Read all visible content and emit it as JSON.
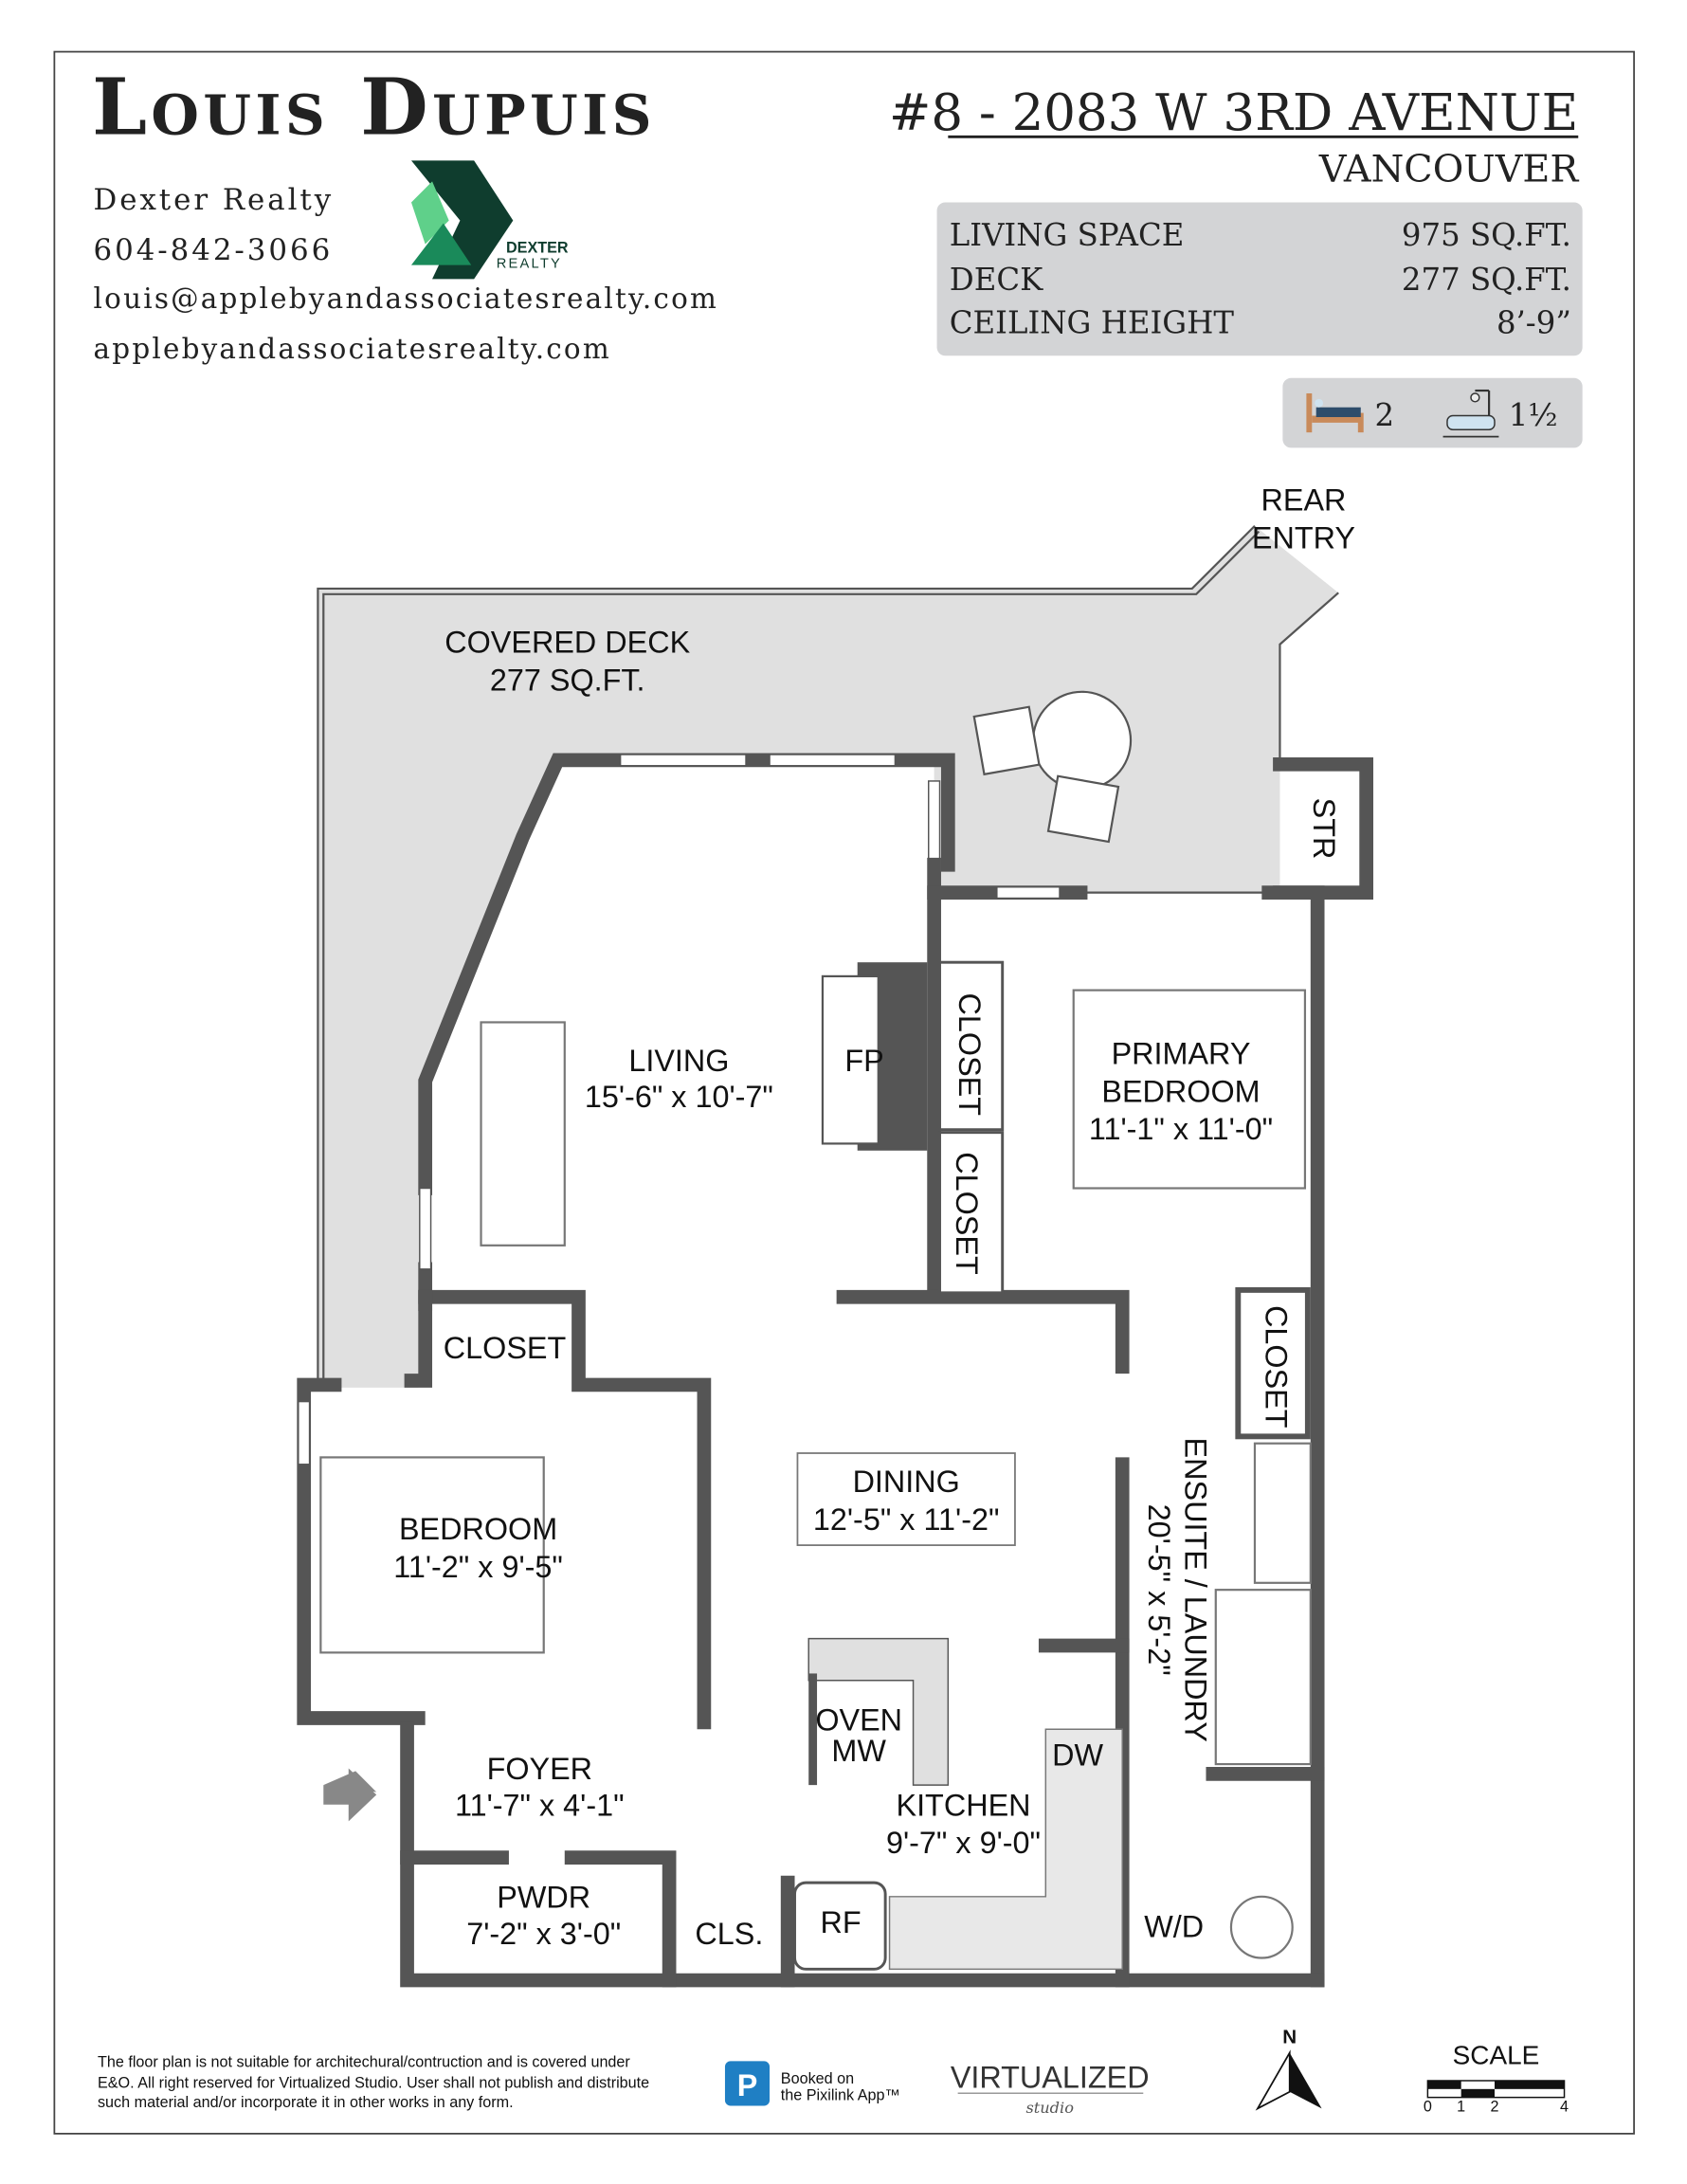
{
  "header": {
    "agent_name": "Louis Dupuis",
    "agency": "Dexter Realty",
    "phone": "604-842-3066",
    "email": "louis@applebyandassociatesrealty.com",
    "website": "applebyandassociatesrealty.com",
    "logo_line1": "DEXTER",
    "logo_line2": "REALTY",
    "address": "#8 - 2083 W 3RD AVENUE",
    "city": "VANCOUVER",
    "stats": [
      {
        "label": "LIVING SPACE",
        "value": "975 SQ.FT."
      },
      {
        "label": "DECK",
        "value": "277 SQ.FT."
      },
      {
        "label": "CEILING HEIGHT",
        "value": "8’-9”"
      }
    ],
    "bedrooms": "2",
    "bathrooms": "1½",
    "colors": {
      "logo_dark": "#0f3d2e",
      "logo_mid": "#1a8a5a",
      "logo_light": "#5fd08a",
      "panel": "#d3d4d6"
    }
  },
  "plan": {
    "rear_entry": [
      "REAR",
      "ENTRY"
    ],
    "deck": [
      "COVERED DECK",
      "277 SQ.FT."
    ],
    "str": "STR",
    "living": [
      "LIVING",
      "15'-6\" x 10'-7\""
    ],
    "fp": "FP",
    "closets": [
      "CLOSET",
      "CLOSET",
      "CLOSET",
      "CLOSET"
    ],
    "primary": [
      "PRIMARY",
      "BEDROOM",
      "11'-1\" x 11'-0\""
    ],
    "bedroom": [
      "BEDROOM",
      "11'-2\" x 9'-5\""
    ],
    "dining": [
      "DINING",
      "12'-5\" x 11'-2\""
    ],
    "ensuite": [
      "ENSUITE / LAUNDRY",
      "20'-5\" x 5'-2\""
    ],
    "foyer": [
      "FOYER",
      "11'-7\" x 4'-1\""
    ],
    "oven": [
      "OVEN",
      "MW"
    ],
    "dw": "DW",
    "kitchen": [
      "KITCHEN",
      "9'-7\" x 9'-0\""
    ],
    "pwdr": [
      "PWDR",
      "7'-2\" x 3'-0\""
    ],
    "cls": "CLS.",
    "rf": "RF",
    "wd": "W/D"
  },
  "footer": {
    "disclaimer": [
      "The floor plan is not suitable for architechural/contruction and is covered under",
      "E&O. All right reserved for Virtualized Studio. User shall not publish and distribute",
      "such material and/or incorporate it in other works in any form."
    ],
    "pixilink_icon": "P",
    "pixilink": [
      "Booked on",
      "the Pixilink App™"
    ],
    "brand": "VIRTUALIZED",
    "brand_sub": "studio",
    "north": "N",
    "scale_title": "SCALE",
    "scale_ticks": [
      "0",
      "1",
      "2",
      "4"
    ]
  }
}
